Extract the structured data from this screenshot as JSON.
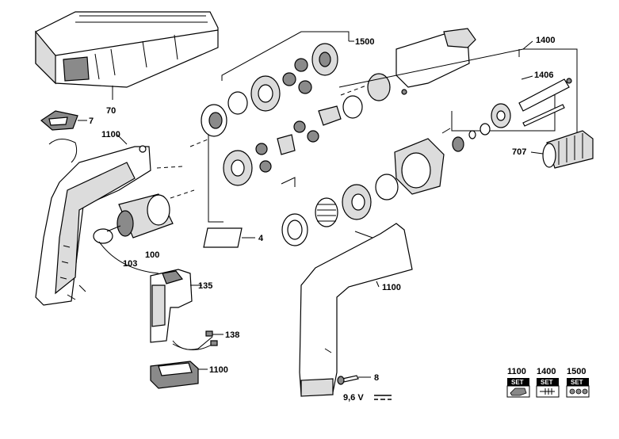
{
  "labels": {
    "case": "70",
    "clip": "7",
    "housing_left": "1100",
    "label_plate": "4",
    "motor": "100",
    "motor_pinion": "103",
    "switch": "135",
    "cable": "138",
    "battery_pack": "1100",
    "housing_right": "1100",
    "screw": "8",
    "gearbox_set": "1500",
    "spindle_set": "1400",
    "spindle": "1406",
    "chuck": "707"
  },
  "voltage": "9,6 V",
  "sets": [
    {
      "number": "1100",
      "badge": "SET"
    },
    {
      "number": "1400",
      "badge": "SET"
    },
    {
      "number": "1500",
      "badge": "SET"
    }
  ]
}
